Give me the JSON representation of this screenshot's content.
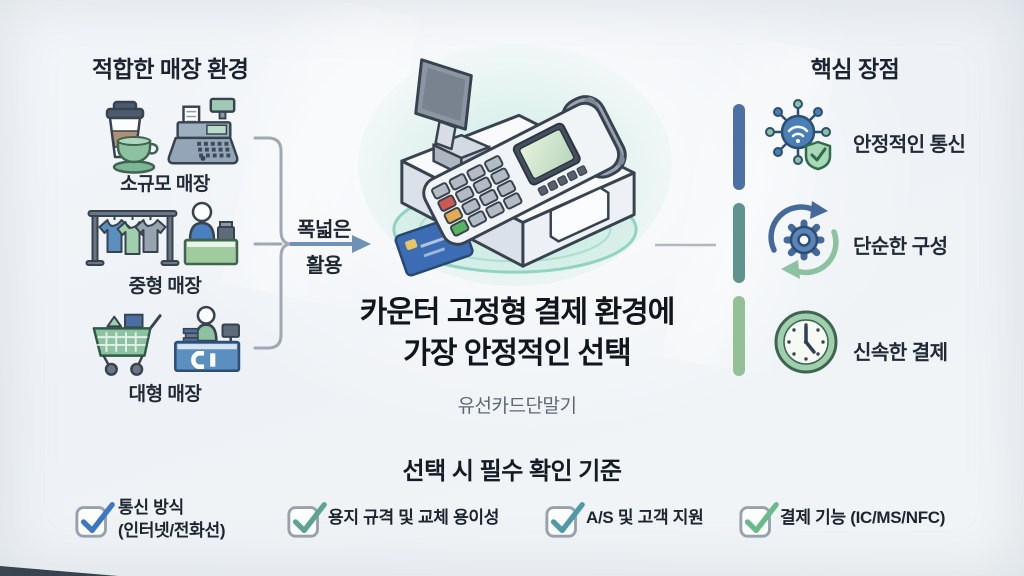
{
  "canvas": {
    "bg_color": "#eef2f6",
    "accent_teal": "#8fd3c1"
  },
  "left_panel": {
    "title": "적합한 매장 환경",
    "items": [
      {
        "label": "소규모 매장",
        "icons": [
          "coffee-cup-icon",
          "cash-register-icon"
        ]
      },
      {
        "label": "중형 매장",
        "icons": [
          "clothing-rack-icon",
          "staff-counter-icon"
        ]
      },
      {
        "label": "대형 매장",
        "icons": [
          "shopping-cart-icon",
          "checkout-counter-icon"
        ]
      }
    ]
  },
  "connector": {
    "label_top": "폭넓은",
    "label_bottom": "활용",
    "arrow_color": "#6e92b5",
    "bracket_color": "#9fa9b4"
  },
  "center": {
    "illustration": "wired-card-terminal-illustration",
    "headline_line1": "카운터 고정형 결제 환경에",
    "headline_line2": "가장 안정적인 선택",
    "product_name": "유선카드단말기"
  },
  "right_panel": {
    "title": "핵심 장점",
    "items": [
      {
        "label": "안정적인 통신",
        "icon": "network-shield-icon",
        "bar_color": "#4c6fa5"
      },
      {
        "label": "단순한 구성",
        "icon": "gear-sync-icon",
        "bar_color": "#5f9390"
      },
      {
        "label": "신속한 결제",
        "icon": "clock-icon",
        "bar_color": "#93c096"
      }
    ]
  },
  "checklist": {
    "title": "선택 시 필수 확인 기준",
    "items": [
      {
        "label": "통신 방식\n(인터넷/전화선)",
        "icon": "checkbox-checked-icon",
        "check_color": "#3d78c2"
      },
      {
        "label": "용지 규격 및 교체 용이성",
        "icon": "checkbox-checked-icon",
        "check_color": "#5da493"
      },
      {
        "label": "A/S 및 고객 지원",
        "icon": "checkbox-checked-icon",
        "check_color": "#4f9aa8"
      },
      {
        "label": "결제 기능 (IC/MS/NFC)",
        "icon": "checkbox-checked-icon",
        "check_color": "#68bb8b"
      }
    ]
  }
}
